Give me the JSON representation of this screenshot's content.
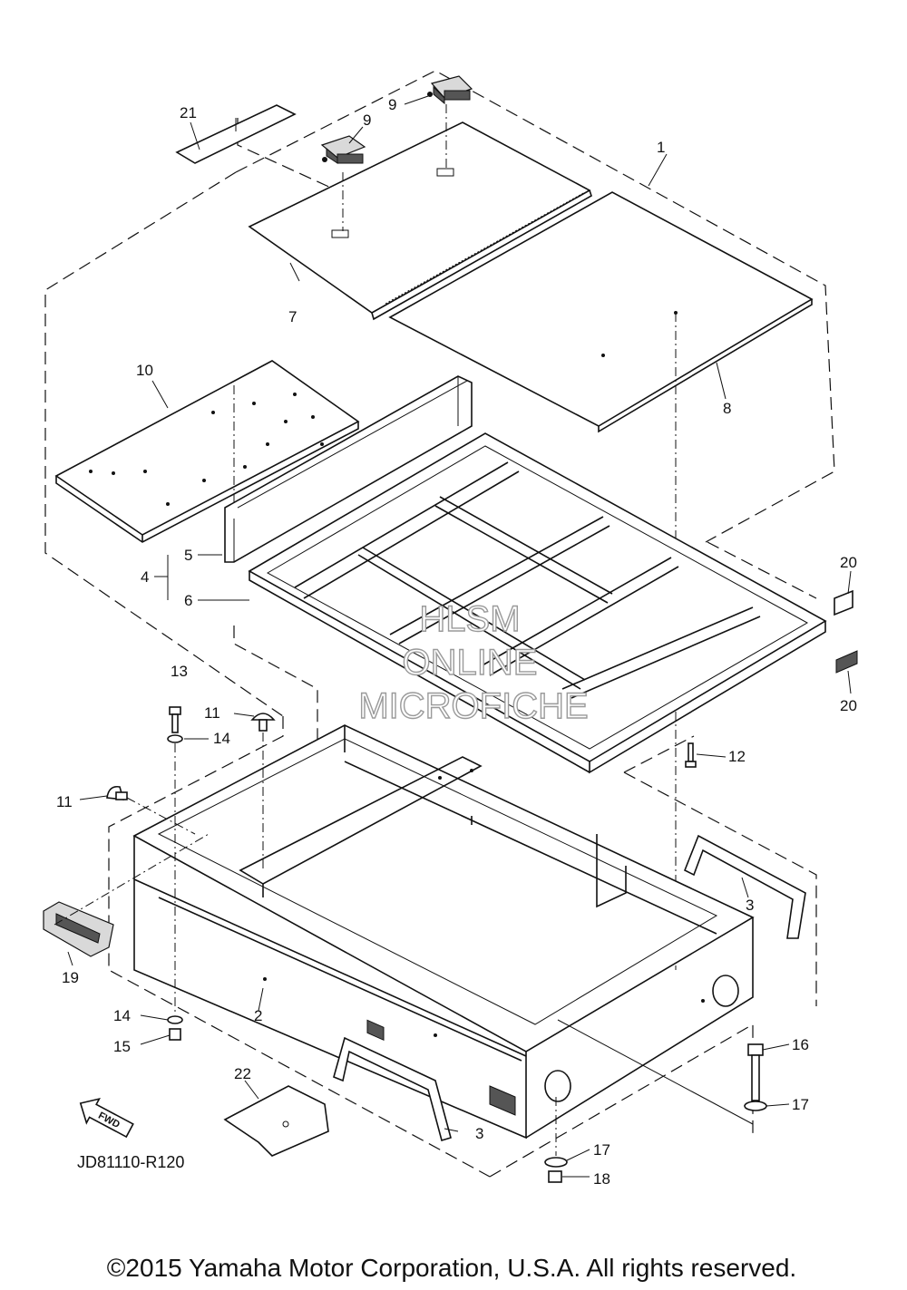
{
  "callouts": {
    "c1": "1",
    "c2": "2",
    "c3a": "3",
    "c3b": "3",
    "c4": "4",
    "c5": "5",
    "c6": "6",
    "c7": "7",
    "c8": "8",
    "c9a": "9",
    "c9b": "9",
    "c10": "10",
    "c11a": "11",
    "c11b": "11",
    "c12": "12",
    "c13": "13",
    "c14a": "14",
    "c14b": "14",
    "c15": "15",
    "c16": "16",
    "c17a": "17",
    "c17b": "17",
    "c18": "18",
    "c19": "19",
    "c20a": "20",
    "c20b": "20",
    "c21": "21",
    "c22": "22"
  },
  "watermark": {
    "line1": "HLSM",
    "line2": "ONLINE",
    "line3": "MICROFICHE"
  },
  "fwd_label": "FWD",
  "diagram_code": "JD81110-R120",
  "copyright": "©2015 Yamaha Motor Corporation, U.S.A. All rights reserved."
}
